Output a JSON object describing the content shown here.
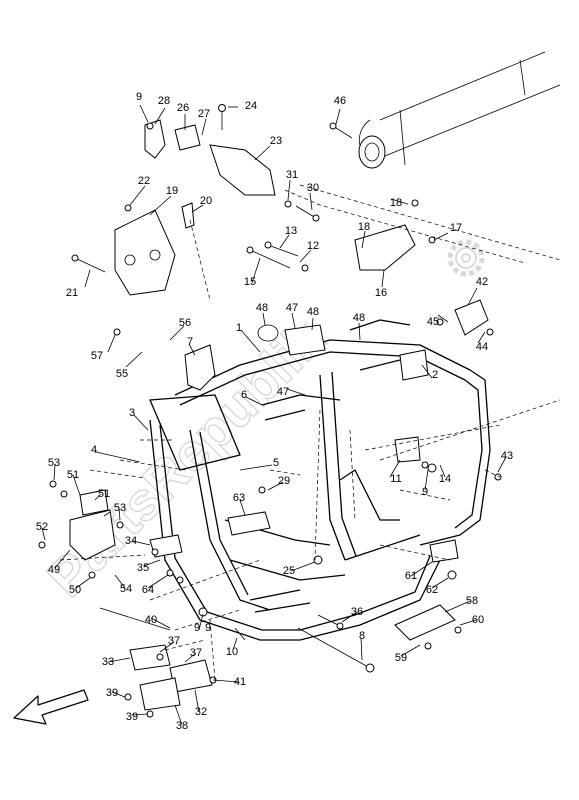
{
  "diagram": {
    "part_numbers": [
      "1",
      "2",
      "3",
      "4",
      "5",
      "6",
      "7",
      "8",
      "9",
      "9",
      "9",
      "9",
      "10",
      "11",
      "12",
      "13",
      "14",
      "15",
      "16",
      "17",
      "18",
      "18",
      "19",
      "20",
      "21",
      "22",
      "23",
      "24",
      "25",
      "26",
      "27",
      "28",
      "29",
      "30",
      "31",
      "32",
      "33",
      "34",
      "35",
      "36",
      "37",
      "37",
      "38",
      "39",
      "39",
      "40",
      "41",
      "42",
      "43",
      "44",
      "45",
      "46",
      "47",
      "47",
      "48",
      "48",
      "48",
      "49",
      "50",
      "51",
      "51",
      "52",
      "53",
      "53",
      "54",
      "55",
      "56",
      "57",
      "58",
      "59",
      "60",
      "61",
      "62",
      "63",
      "64"
    ],
    "watermark": "PartsRepublik",
    "icons": [
      "gear-icon",
      "front-direction-arrow-icon"
    ]
  }
}
